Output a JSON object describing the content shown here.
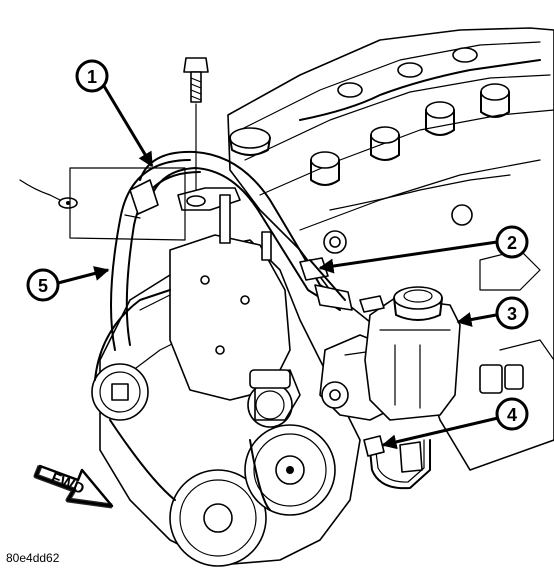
{
  "callouts": [
    {
      "label": "1"
    },
    {
      "label": "2"
    },
    {
      "label": "3"
    },
    {
      "label": "4"
    },
    {
      "label": "5"
    }
  ],
  "fwd_label": "FWD",
  "figure_ref": "80e4dd62"
}
